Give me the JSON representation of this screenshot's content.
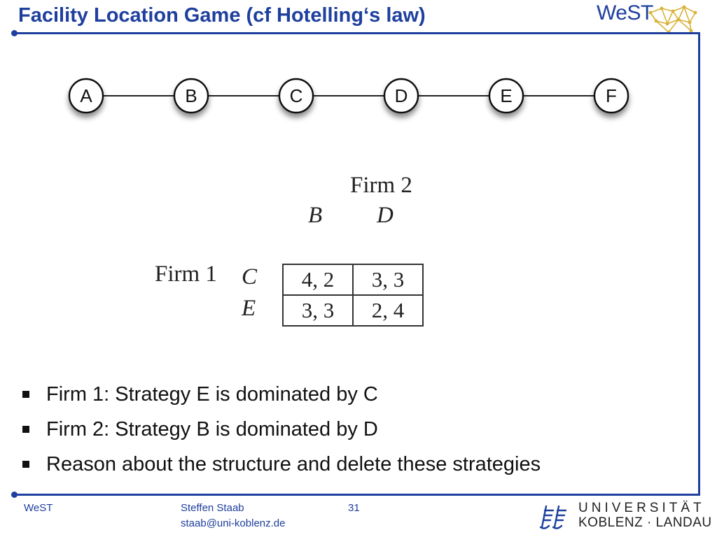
{
  "slide": {
    "title": "Facility Location Game (cf Hotelling‘s law)"
  },
  "header": {
    "logo_text": "WeST"
  },
  "graph": {
    "nodes": [
      "A",
      "B",
      "C",
      "D",
      "E",
      "F"
    ]
  },
  "game": {
    "col_player": "Firm 2",
    "col_strategies": [
      "B",
      "D"
    ],
    "row_player": "Firm 1",
    "row_strategies": [
      "C",
      "E"
    ],
    "payoffs": [
      [
        "4, 2",
        "3, 3"
      ],
      [
        "3, 3",
        "2, 4"
      ]
    ]
  },
  "bullets": [
    "Firm 1: Strategy E is dominated by C",
    "Firm 2: Strategy B is dominated by D",
    "Reason about the structure and delete these strategies"
  ],
  "footer": {
    "left": "WeST",
    "author": "Steffen Staab",
    "email": "staab@uni-koblenz.de",
    "page": "31",
    "university_line1": "UNIVERSITÄT",
    "university_line2": "KOBLENZ · LANDAU"
  },
  "colors": {
    "accent": "#1e3f9e",
    "logo_net": "#d9b23a"
  }
}
